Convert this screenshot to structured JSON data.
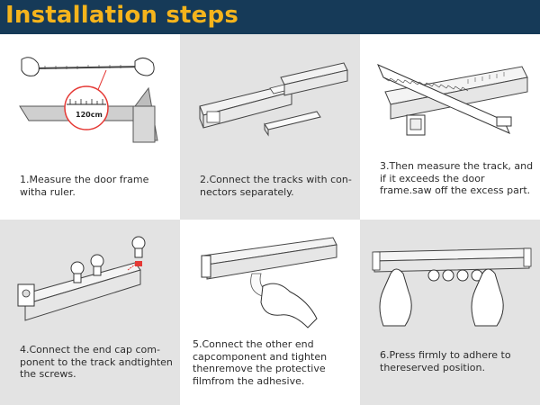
{
  "header": {
    "title": "Installation steps"
  },
  "steps": [
    {
      "caption": "1.Measure the door frame witha ruler.",
      "ruler_label": "120cm"
    },
    {
      "caption": "2.Connect the tracks with con-nectors separately."
    },
    {
      "caption": "3.Then measure the track, and if it exceeds the door frame.saw off the excess part."
    },
    {
      "caption": "4.Connect the end cap com-ponent to the track andtighten the screws."
    },
    {
      "caption": "5.Connect the other end capcomponent and tighten thenremove the protective filmfrom the adhesive."
    },
    {
      "caption": "6.Press firmly to adhere to thereserved position."
    }
  ],
  "colors": {
    "header_bg": "#163a58",
    "title": "#f5b41c",
    "panel_gray": "#e3e3e3",
    "accent_red": "#e53935"
  }
}
